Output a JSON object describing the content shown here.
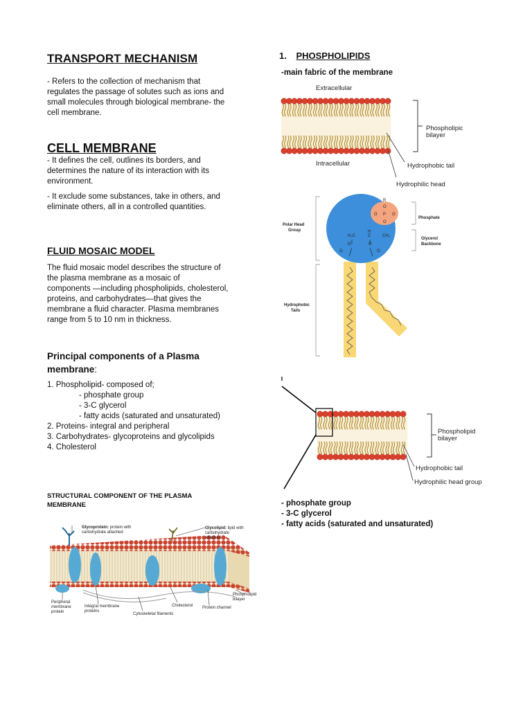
{
  "left": {
    "title": "TRANSPORT MECHANISM",
    "intro": [
      "- Refers to the collection of mechanism that",
      "regulates the passage of solutes such as ions and",
      "small molecules through biological membrane- the",
      "cell membrane."
    ],
    "cell_title": "CELL MEMBRANE",
    "cell_p1": [
      "- It defines the cell, outlines its borders, and",
      "determines the nature of its interaction with its",
      "environment."
    ],
    "cell_p2": [
      "- It exclude some substances, take in others, and",
      "eliminate others, all in a controlled quantities."
    ],
    "fluid_title": "FLUID MOSAIC MODEL",
    "fluid_p": [
      "The fluid mosaic model describes the structure of",
      "the plasma membrane as a mosaic of",
      "components —including phospholipids, cholesterol,",
      "proteins, and carbohydrates—that gives the",
      "membrane a fluid character. Plasma membranes",
      "range from 5 to 10 nm in thickness."
    ],
    "principal_line1": "Principal components of a Plasma",
    "principal_line2": "membrane",
    "principal_colon": ":",
    "list": [
      "1. Phospholipid- composed of;",
      "- phosphate group",
      "- 3-C glycerol",
      "- fatty acids (saturated and unsaturated)",
      "2. Proteins- integral and peripheral",
      "3. Carbohydrates- glycoproteins and glycolipids",
      "4. Cholesterol"
    ],
    "structural_title": [
      "STRUCTURAL COMPONENT OF THE PLASMA",
      "MEMBRANE"
    ]
  },
  "right": {
    "number": "1.",
    "title": "PHOSPHOLIPIDS",
    "subtitle": "-main fabric of the membrane",
    "bullets": [
      "- phosphate group",
      "- 3-C glycerol",
      "- fatty acids (saturated and unsaturated)"
    ]
  },
  "figures": {
    "bilayer_top": {
      "extracellular": "Extracellular",
      "intracellular": "Intracellular",
      "phospholipid_bilayer": [
        "Phospholipid",
        "bilayer"
      ],
      "hydrophobic_tail": "Hydrophobic tail",
      "hydrophilic_head": "Hydrophilic head"
    },
    "molecule": {
      "polar_head_group": [
        "Polar Head",
        "Group"
      ],
      "phosphate": "Phosphate",
      "glycerol_backbone": [
        "Glycerol",
        "Backbone"
      ],
      "hydrophobic_tails": [
        "Hydrophobic",
        "Tails"
      ],
      "atoms": {
        "r": "R",
        "o_top": "O",
        "o_left": "O",
        "p": "P",
        "o_right": "O",
        "o_bottom": "O",
        "h2c": "H₂C",
        "h": "H",
        "c": "C",
        "ch2": "CH₂",
        "o_left2": "O",
        "o_right2": "O",
        "o_left3": "O",
        "o_right3": "O"
      }
    },
    "bilayer_mid": {
      "phospholipid_bilayer": [
        "Phospholipid",
        "bilayer"
      ],
      "hydrophobic_tail": "Hydrophobic tail",
      "hydrophilic_head_group": "Hydrophilic head group"
    },
    "plasma": {
      "glycoprotein_bold": "Glycoprotein:",
      "glycoprotein_rest": [
        " protein with",
        "carbohydrate attached"
      ],
      "glycolipid_bold": "Glycolipid:",
      "glycolipid_rest": [
        " lipid with",
        "carbohydrate",
        "attached"
      ],
      "peripheral": [
        "Peripheral",
        "membrane",
        "protein"
      ],
      "integral": [
        "Integral membrane",
        "proteins"
      ],
      "cholesterol": "Cholesterol",
      "protein_channel": "Protein channel",
      "cytoskeletal": "Cytoskeletal filaments",
      "phospholipid_bilayer": [
        "Phospholipid",
        "bilayer"
      ]
    }
  },
  "colors": {
    "head": "#d9402b",
    "tail": "#e8c56a",
    "blue": "#3d8fdb",
    "protein": "#5fb3d9",
    "salmon": "#f4a57f",
    "yellow": "#f9d774"
  }
}
